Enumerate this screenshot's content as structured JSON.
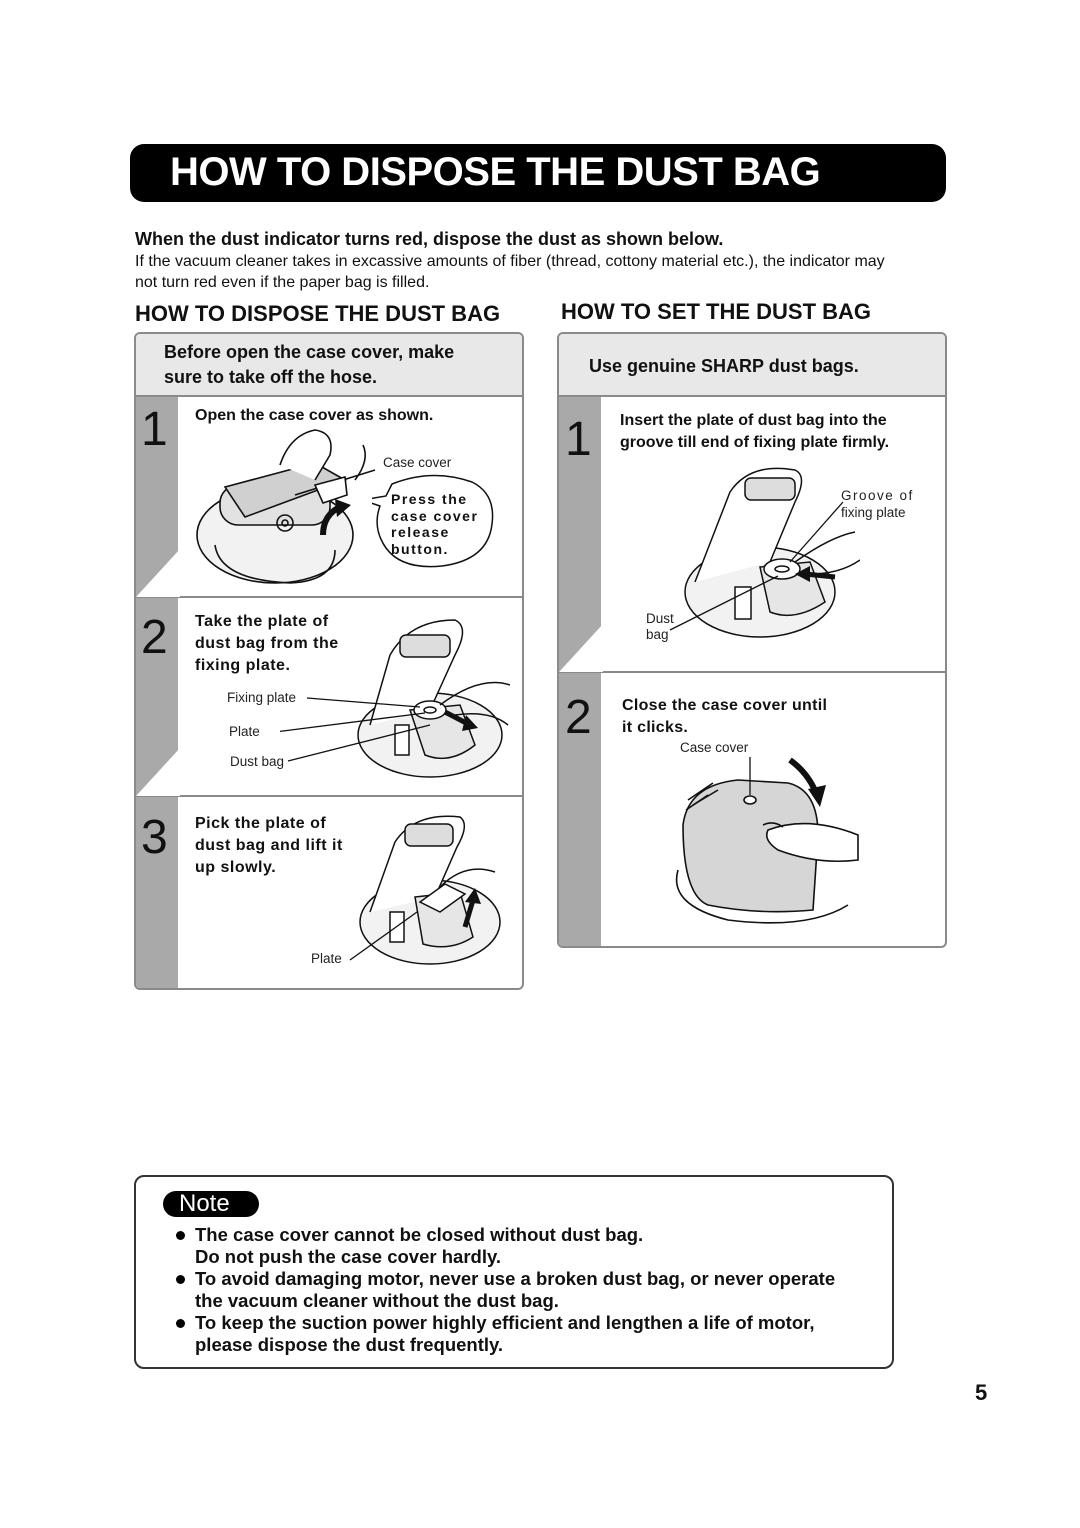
{
  "title": "HOW TO DISPOSE THE DUST BAG",
  "intro": {
    "bold": "When the dust indicator turns red, dispose the dust as shown below.",
    "text": "If the vacuum cleaner takes in excassive amounts of fiber (thread, cottony material etc.), the indicator may not turn red even if the paper bag is filled."
  },
  "dispose": {
    "heading": "HOW TO DISPOSE THE DUST BAG",
    "header_note_line1": "Before open the case cover, make",
    "header_note_line2": "sure to take off the hose.",
    "steps": [
      {
        "num": "1",
        "text": "Open the case cover as shown.",
        "caption": "Case cover",
        "bubble": [
          "Press the",
          "case cover",
          "release",
          "button."
        ]
      },
      {
        "num": "2",
        "text_lines": [
          "Take the plate of",
          "dust bag from the",
          "fixing plate."
        ],
        "captions": [
          "Fixing plate",
          "Plate",
          "Dust bag"
        ]
      },
      {
        "num": "3",
        "text_lines": [
          "Pick the plate of",
          "dust bag and lift it",
          "up slowly."
        ],
        "caption": "Plate"
      }
    ]
  },
  "set": {
    "heading": "HOW TO SET THE DUST BAG",
    "header_note": "Use genuine SHARP dust bags.",
    "steps": [
      {
        "num": "1",
        "text_lines": [
          "Insert the plate of dust bag into the",
          "groove till end of fixing plate firmly."
        ],
        "captions": [
          "Groove of",
          "fixing plate",
          "Dust",
          "bag"
        ]
      },
      {
        "num": "2",
        "text_lines": [
          "Close the case cover until",
          "it clicks."
        ],
        "caption": "Case cover"
      }
    ]
  },
  "note": {
    "label": "Note",
    "items": [
      {
        "line1": "The case cover cannot be closed without dust bag.",
        "line2": "Do not push the case cover hardly."
      },
      {
        "line1": "To avoid damaging motor, never use a broken dust bag, or never operate",
        "line2": "the vacuum cleaner without the dust bag."
      },
      {
        "line1": "To keep the suction power highly efficient and lengthen a life of motor,",
        "line2": "please dispose the dust frequently."
      }
    ]
  },
  "page_number": "5"
}
